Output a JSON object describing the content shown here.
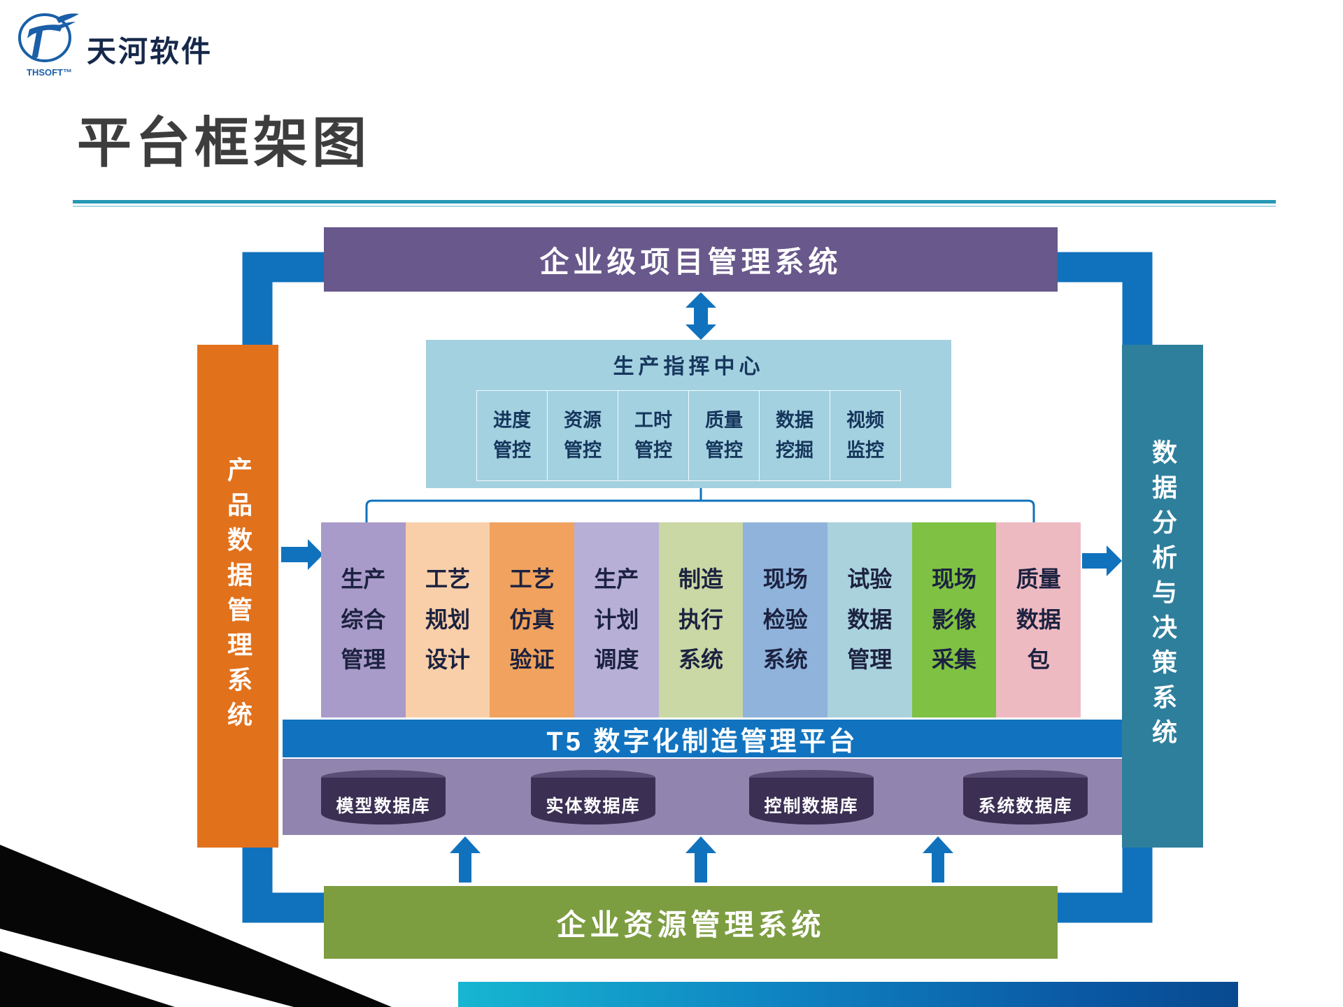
{
  "colors": {
    "accent_blue": "#1072bd",
    "top_bar": "#68588b",
    "left_bar": "#e2711c",
    "right_bar": "#2e7f9c",
    "bottom_bar": "#7d9d41",
    "command_center": "#a3d1e0",
    "platform_bar": "#1173bf",
    "db_bar": "#9184ae",
    "db_cylinder": "#3b2f53",
    "title_rule": "#2798b4"
  },
  "logo": {
    "brand": "天河软件",
    "thsoft": "THSOFT™"
  },
  "slide": {
    "title": "平台框架图"
  },
  "diagram": {
    "top_system": "企业级项目管理系统",
    "left_system": "产品数据管理系统",
    "right_system": "数据分析与决策系统",
    "bottom_system": "企业资源管理系统",
    "command_center": {
      "title": "生产指挥中心",
      "cells": [
        {
          "line1": "进度",
          "line2": "管控"
        },
        {
          "line1": "资源",
          "line2": "管控"
        },
        {
          "line1": "工时",
          "line2": "管控"
        },
        {
          "line1": "质量",
          "line2": "管控"
        },
        {
          "line1": "数据",
          "line2": "挖掘"
        },
        {
          "line1": "视频",
          "line2": "监控"
        }
      ]
    },
    "modules": [
      {
        "color": "#a99bc9",
        "lines": [
          "生产",
          "综合",
          "管理"
        ]
      },
      {
        "color": "#f9cfa9",
        "lines": [
          "工艺",
          "规划",
          "设计"
        ]
      },
      {
        "color": "#f0a25e",
        "lines": [
          "工艺",
          "仿真",
          "验证"
        ]
      },
      {
        "color": "#b7afd6",
        "lines": [
          "生产",
          "计划",
          "调度"
        ]
      },
      {
        "color": "#c9d8a4",
        "lines": [
          "制造",
          "执行",
          "系统"
        ]
      },
      {
        "color": "#8fb3db",
        "lines": [
          "现场",
          "检验",
          "系统"
        ]
      },
      {
        "color": "#a9d2dd",
        "lines": [
          "试验",
          "数据",
          "管理"
        ]
      },
      {
        "color": "#7fc142",
        "lines": [
          "现场",
          "影像",
          "采集"
        ]
      },
      {
        "color": "#eebac2",
        "lines": [
          "质量",
          "数据",
          "包"
        ]
      }
    ],
    "platform": "T5 数字化制造管理平台",
    "databases": [
      "模型数据库",
      "实体数据库",
      "控制数据库",
      "系统数据库"
    ]
  }
}
